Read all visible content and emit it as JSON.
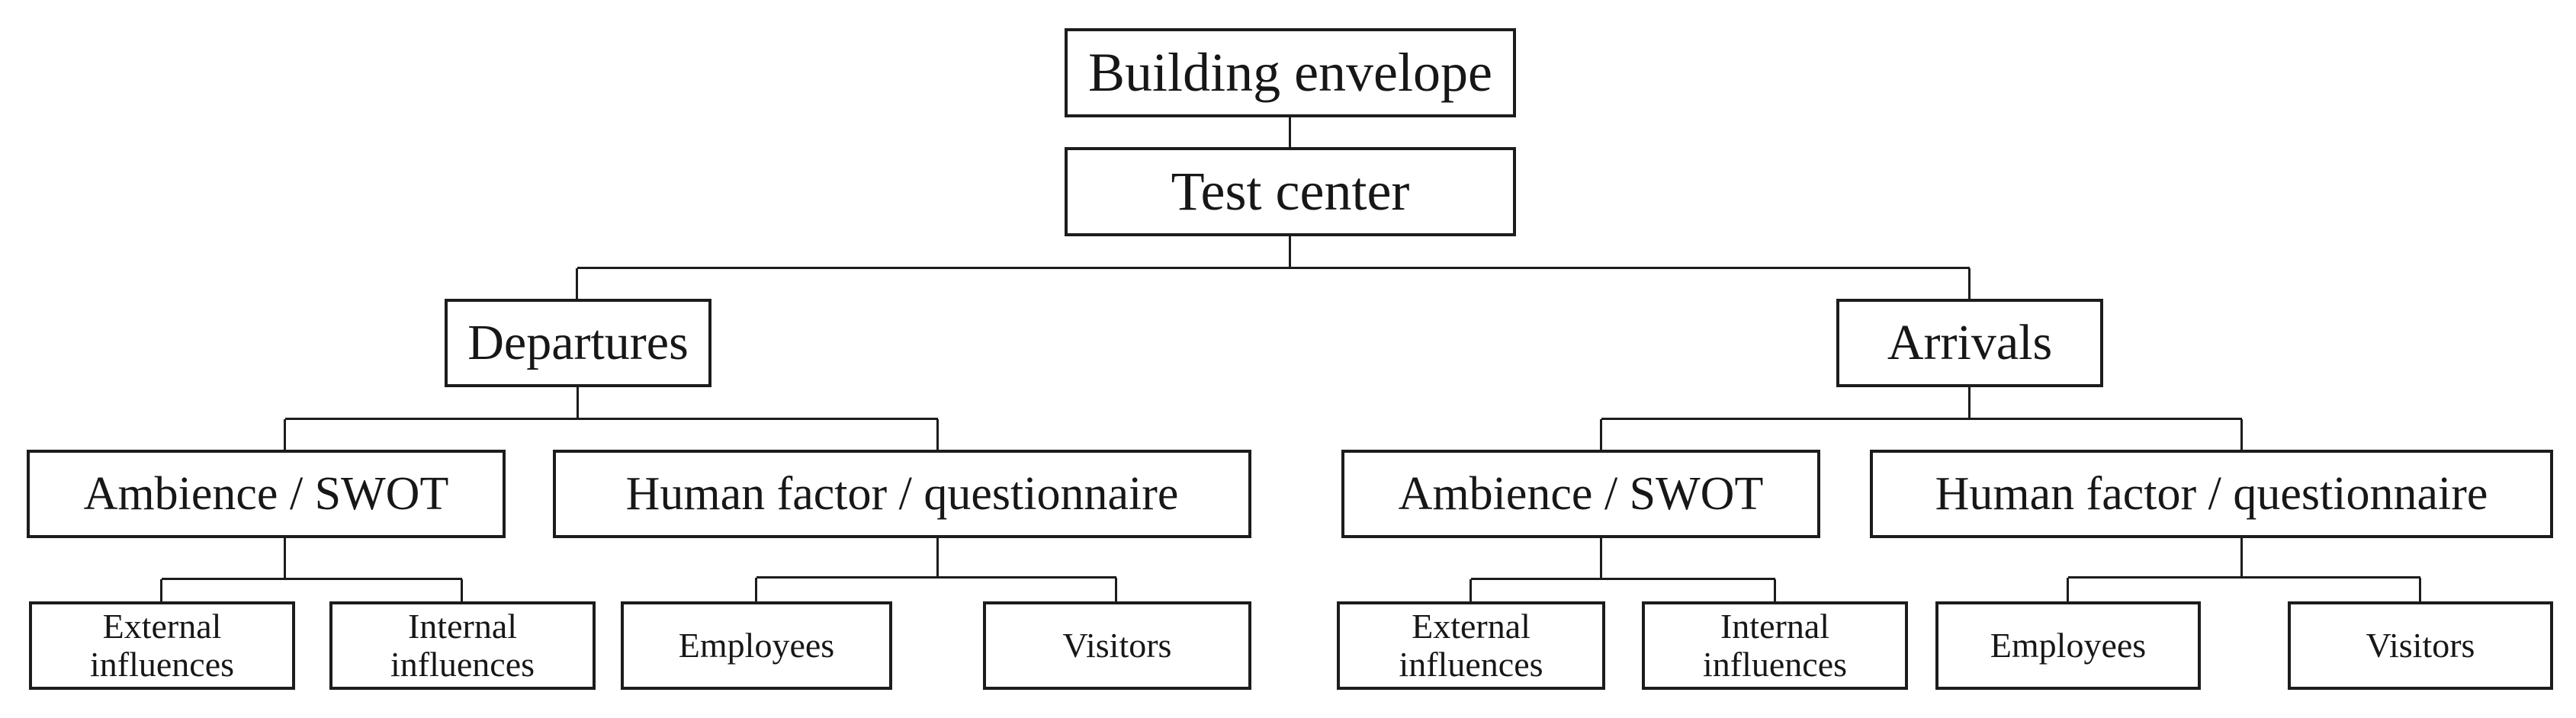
{
  "colors": {
    "box_border": "#1c1c1c",
    "box_fill": "#ffffff",
    "connector": "#1c1c1c",
    "text": "#171717",
    "background": "#ffffff"
  },
  "nodes": {
    "building_envelope": {
      "label": "Building envelope"
    },
    "test_center": {
      "label": "Test center"
    },
    "departures": {
      "label": "Departures"
    },
    "arrivals": {
      "label": "Arrivals"
    },
    "dep_ambience": {
      "label": "Ambience / SWOT"
    },
    "dep_human": {
      "label": "Human factor / questionnaire"
    },
    "arr_ambience": {
      "label": "Ambience / SWOT"
    },
    "arr_human": {
      "label": "Human factor / questionnaire"
    },
    "dep_external": {
      "label": "External\ninfluences"
    },
    "dep_internal": {
      "label": "Internal\ninfluences"
    },
    "dep_employees": {
      "label": "Employees"
    },
    "dep_visitors": {
      "label": "Visitors"
    },
    "arr_external": {
      "label": "External\ninfluences"
    },
    "arr_internal": {
      "label": "Internal\ninfluences"
    },
    "arr_employees": {
      "label": "Employees"
    },
    "arr_visitors": {
      "label": "Visitors"
    }
  },
  "structure": {
    "root": "building_envelope",
    "edges": [
      {
        "parent": "building_envelope",
        "child": "test_center"
      },
      {
        "parent": "test_center",
        "child": "departures"
      },
      {
        "parent": "test_center",
        "child": "arrivals"
      },
      {
        "parent": "departures",
        "child": "dep_ambience"
      },
      {
        "parent": "departures",
        "child": "dep_human"
      },
      {
        "parent": "dep_ambience",
        "child": "dep_external"
      },
      {
        "parent": "dep_ambience",
        "child": "dep_internal"
      },
      {
        "parent": "dep_human",
        "child": "dep_employees"
      },
      {
        "parent": "dep_human",
        "child": "dep_visitors"
      },
      {
        "parent": "arrivals",
        "child": "arr_ambience"
      },
      {
        "parent": "arrivals",
        "child": "arr_human"
      },
      {
        "parent": "arr_ambience",
        "child": "arr_external"
      },
      {
        "parent": "arr_ambience",
        "child": "arr_internal"
      },
      {
        "parent": "arr_human",
        "child": "arr_employees"
      },
      {
        "parent": "arr_human",
        "child": "arr_visitors"
      }
    ]
  }
}
